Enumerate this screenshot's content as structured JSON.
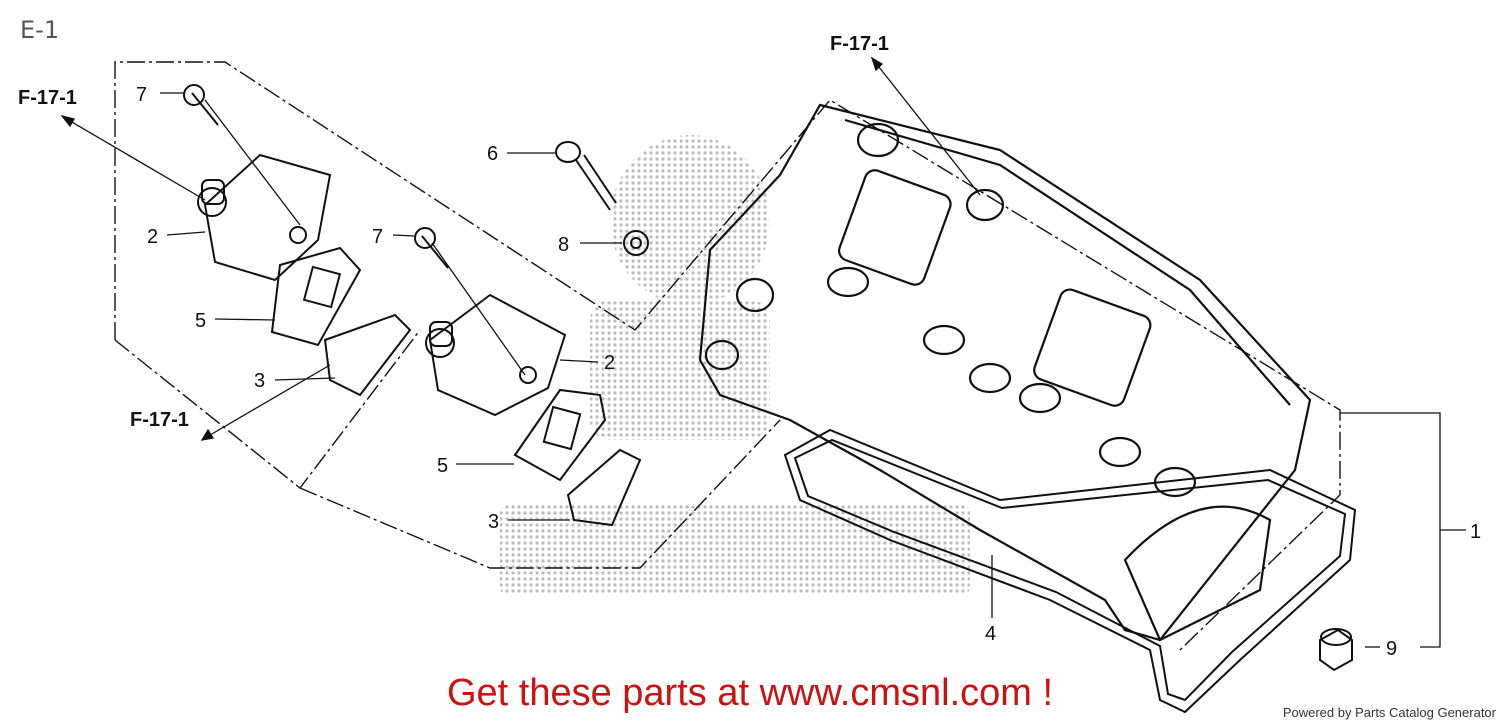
{
  "diagram": {
    "section_code": "E-1",
    "reference_labels": [
      "F-17-1",
      "F-17-1",
      "F-17-1"
    ],
    "part_callouts": [
      "7",
      "2",
      "5",
      "3",
      "6",
      "8",
      "7",
      "2",
      "5",
      "3",
      "1",
      "4",
      "9"
    ]
  },
  "banner": {
    "ad_text": "Get these parts at www.cmsnl.com !",
    "credit": "Powered by Parts Catalog Generator"
  },
  "colors": {
    "ad_red": "#cc1111",
    "line": "#111111",
    "watermark": "#bbbbbb"
  }
}
